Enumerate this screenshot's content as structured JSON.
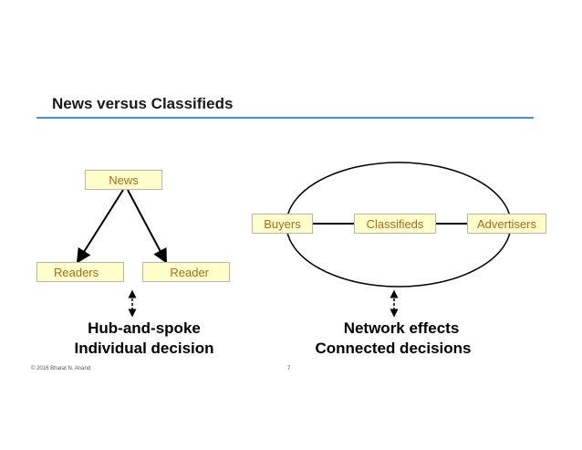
{
  "slide": {
    "title": "News versus Classifieds",
    "footer_copyright": "© 2016 Bharat N. Anand",
    "page_number": "7"
  },
  "left_diagram": {
    "hub": "News",
    "spoke_left": "Readers",
    "spoke_right": "Reader",
    "caption_line1": "Hub-and-spoke",
    "caption_line2": "Individual decision"
  },
  "right_diagram": {
    "left_node": "Buyers",
    "center_node": "Classifieds",
    "right_node": "Advertisers",
    "caption_line1": "Network effects",
    "caption_line2": "Connected decisions"
  },
  "colors": {
    "box_fill": "#ffffcc",
    "box_text": "#a86a1e",
    "rule": "#4a90c8"
  }
}
